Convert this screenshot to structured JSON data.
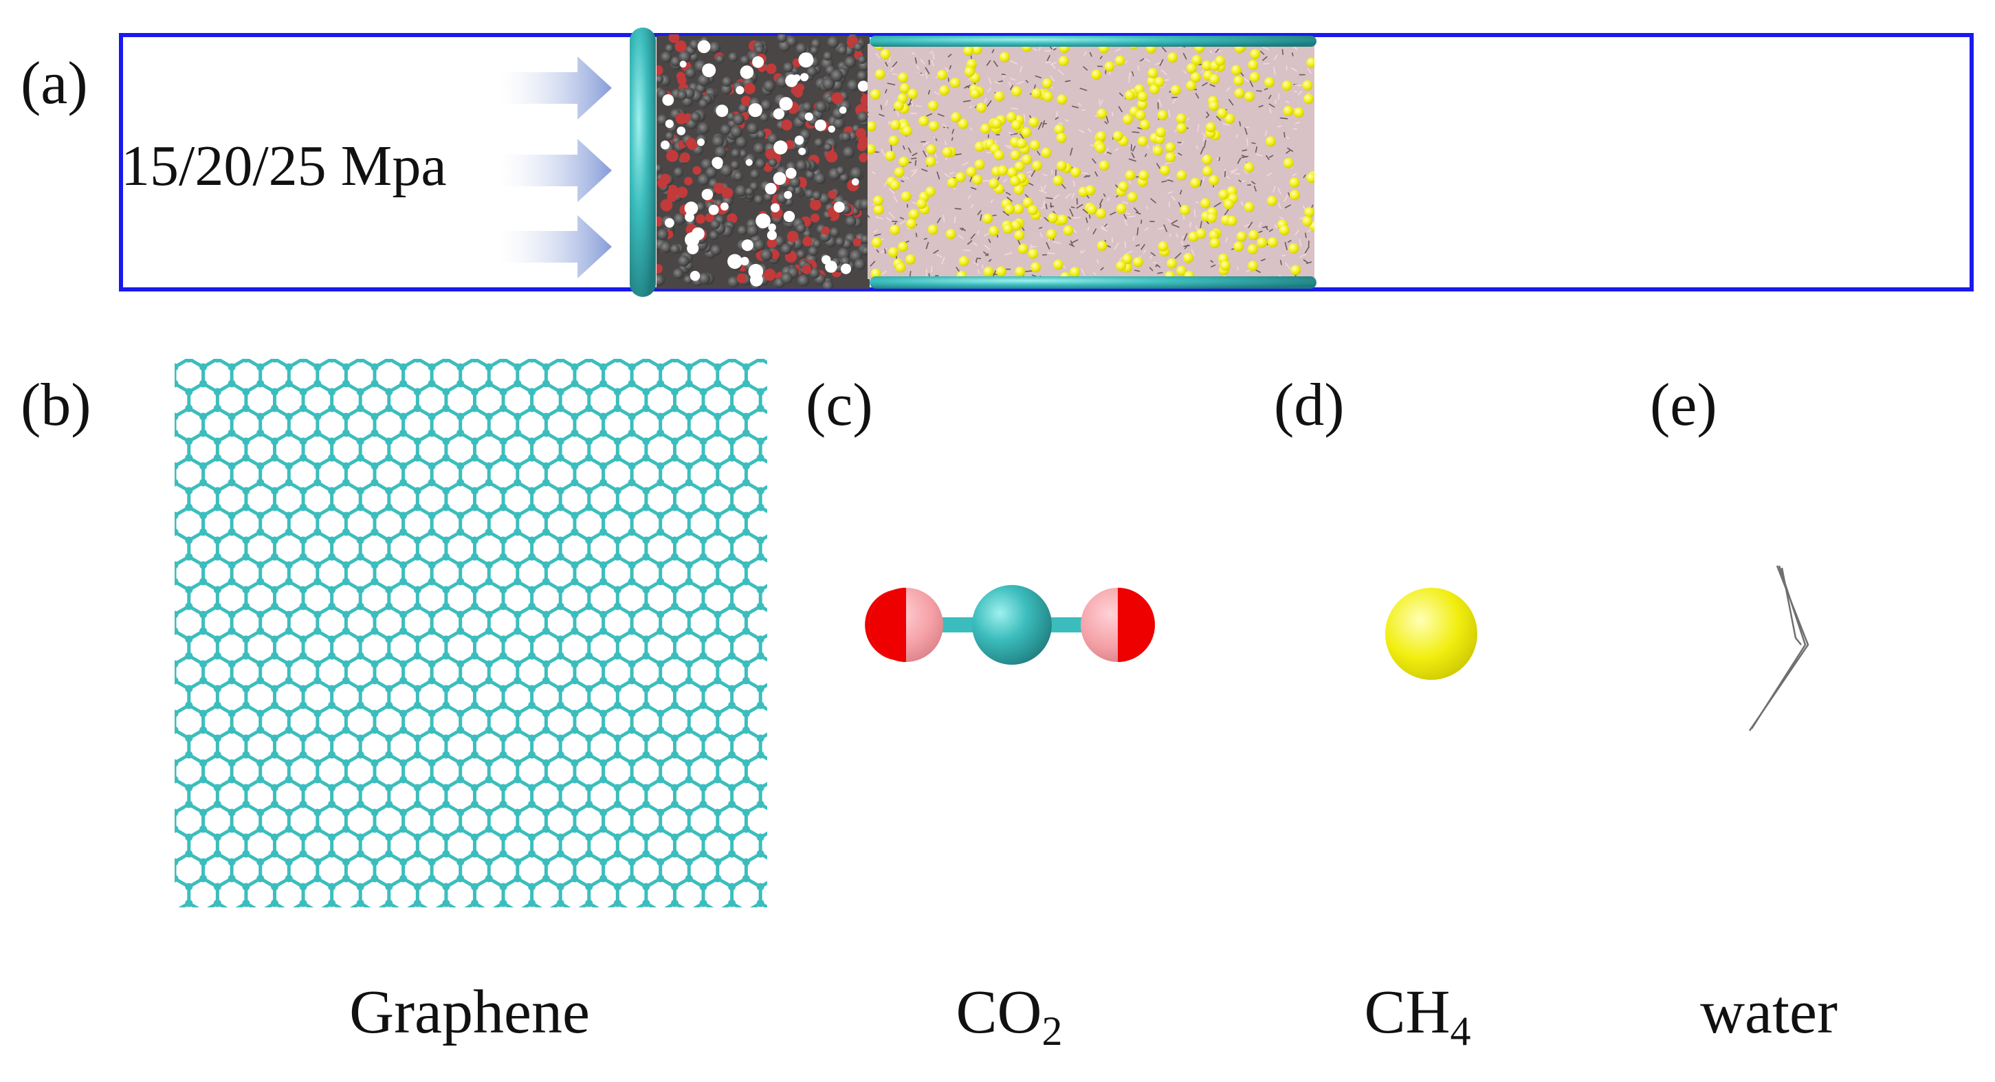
{
  "panels": {
    "a": {
      "label": "(a)",
      "pressure": "15/20/25 Mpa"
    },
    "b": {
      "label": "(b)",
      "name": "Graphene"
    },
    "c": {
      "label": "(c)",
      "name": "CO",
      "name_sub": "2"
    },
    "d": {
      "label": "(d)",
      "name": "CH",
      "name_sub": "4"
    },
    "e": {
      "label": "(e)",
      "name": "water"
    }
  },
  "colors": {
    "box": "#1a1aee",
    "graphene": "#3cbdbd",
    "co2_oxygen_light": "#f4a0a6",
    "co2_oxygen_red": "#ee0000",
    "ch4": "#f2ee10",
    "arrow": "#8ea4dc"
  }
}
